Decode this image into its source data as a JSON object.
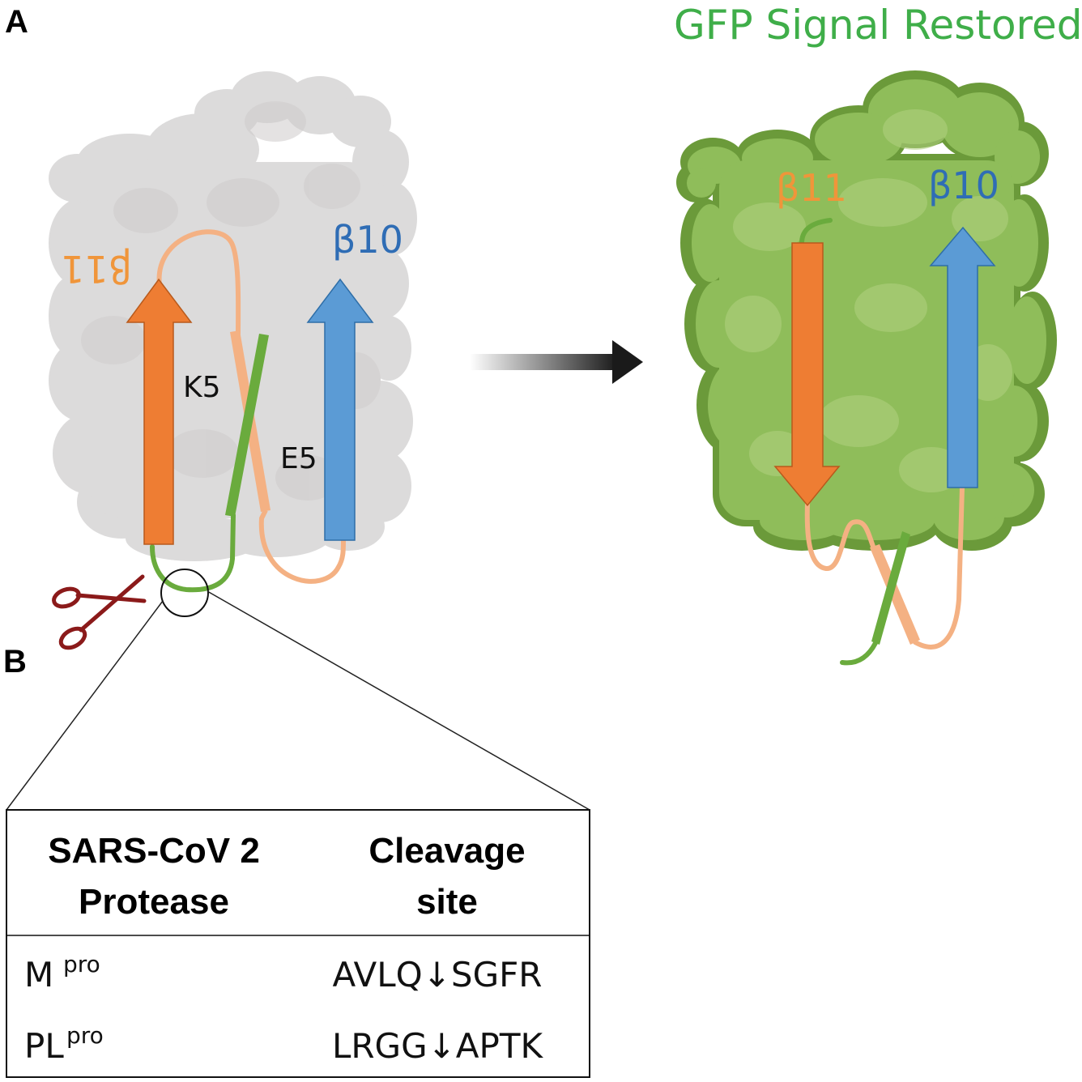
{
  "panels": {
    "a_label": "A",
    "b_label": "B"
  },
  "after": {
    "title": "GFP Signal Restored"
  },
  "strands": {
    "beta11": "β11",
    "beta10": "β10"
  },
  "residues": {
    "k5": "K5",
    "e5": "E5"
  },
  "table": {
    "headers": [
      {
        "line1": "SARS-CoV 2",
        "line2": "Protease"
      },
      {
        "line1": "Cleavage",
        "line2": "site"
      }
    ],
    "rows": [
      {
        "protease": "M",
        "protease_sup": "pro",
        "site": "AVLQ↓SGFR"
      },
      {
        "protease": "PL",
        "protease_sup": "pro",
        "site": "LRGG↓APTK"
      }
    ]
  },
  "colors": {
    "gfp_green": "#3fae49",
    "beta11_orange": "#ee7d33",
    "beta10_blue": "#5b9bd5",
    "linker_peach": "#f4b183",
    "coil_green": "#6aab3d",
    "gray_blob": "#dcdbdb",
    "green_blob": "#8fbd5a",
    "scissors": "#8b1a1a"
  },
  "icons": {
    "arrow": "right-arrow-icon",
    "scissors": "scissors-icon"
  }
}
